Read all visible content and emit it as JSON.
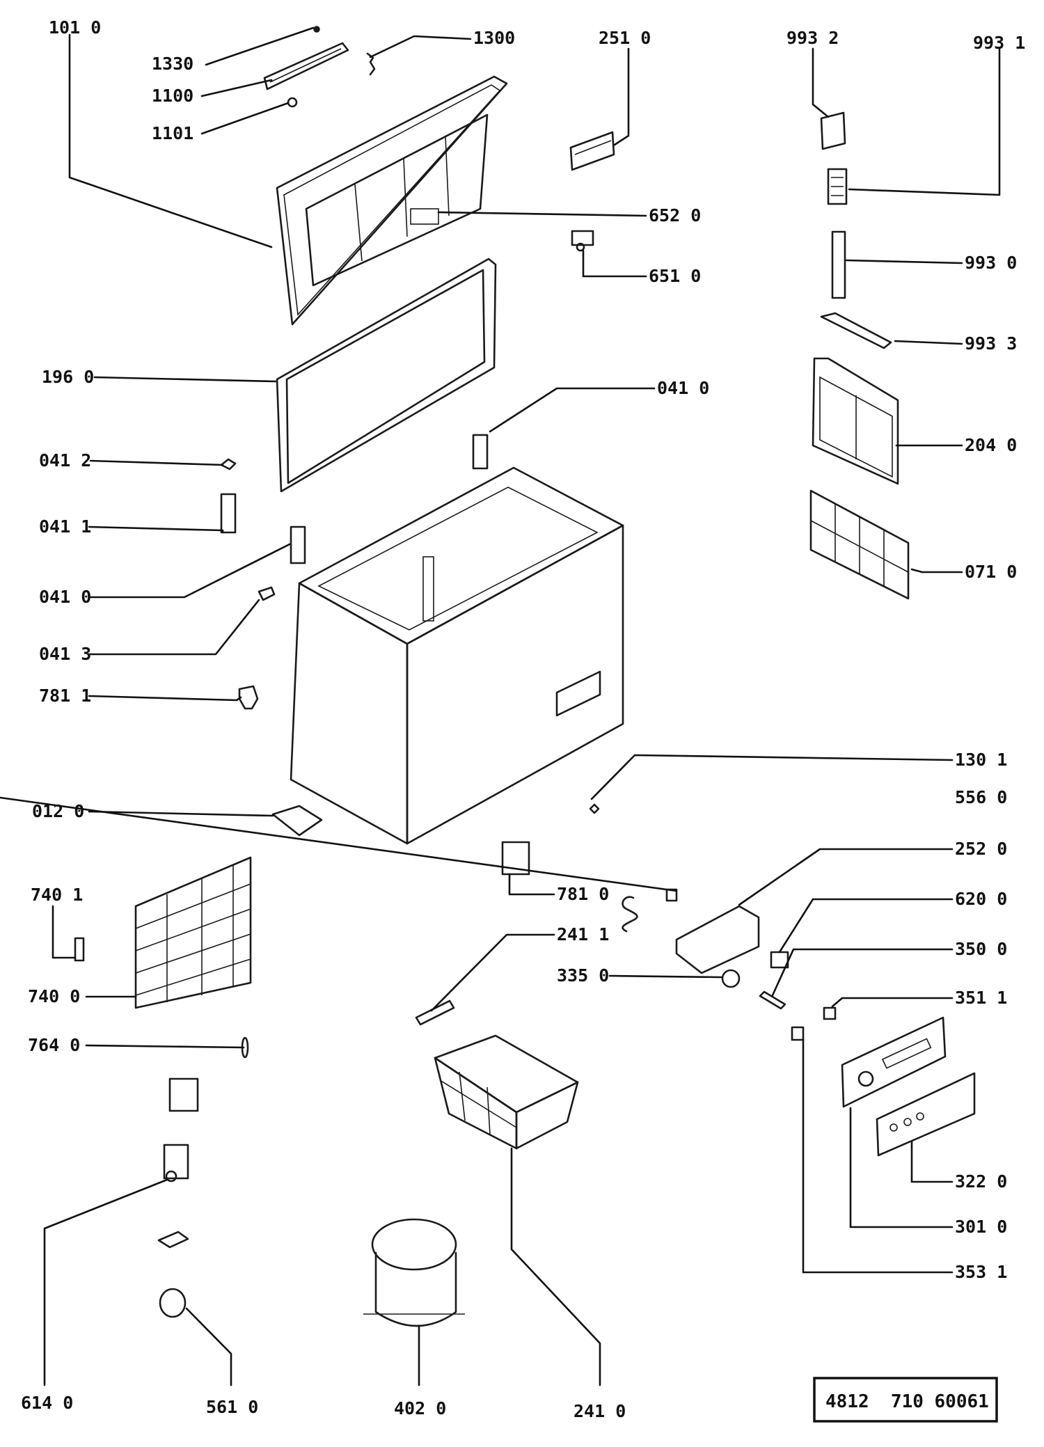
{
  "reference_number": "4812  710 60061",
  "part_labels": [
    {
      "id": "p1010",
      "text": "101 0"
    },
    {
      "id": "p1330",
      "text": "1330"
    },
    {
      "id": "p1300",
      "text": "1300"
    },
    {
      "id": "p1100",
      "text": "1100"
    },
    {
      "id": "p1101",
      "text": "1101"
    },
    {
      "id": "p2510",
      "text": "251 0"
    },
    {
      "id": "p9932",
      "text": "993 2"
    },
    {
      "id": "p9931",
      "text": "993 1"
    },
    {
      "id": "p6520",
      "text": "652 0"
    },
    {
      "id": "p6510",
      "text": "651 0"
    },
    {
      "id": "p9930",
      "text": "993 0"
    },
    {
      "id": "p9933",
      "text": "993 3"
    },
    {
      "id": "p1960",
      "text": "196 0"
    },
    {
      "id": "p0410a",
      "text": "041 0"
    },
    {
      "id": "p2040",
      "text": "204 0"
    },
    {
      "id": "p0412",
      "text": "041 2"
    },
    {
      "id": "p0411",
      "text": "041 1"
    },
    {
      "id": "p0410b",
      "text": "041 0"
    },
    {
      "id": "p0710",
      "text": "071 0"
    },
    {
      "id": "p0413",
      "text": "041 3"
    },
    {
      "id": "p7811",
      "text": "781 1"
    },
    {
      "id": "p1301",
      "text": "130 1"
    },
    {
      "id": "p0120",
      "text": "012 0"
    },
    {
      "id": "p5560",
      "text": "556 0"
    },
    {
      "id": "p2520",
      "text": "252 0"
    },
    {
      "id": "p7401",
      "text": "740 1"
    },
    {
      "id": "p7810",
      "text": "781 0"
    },
    {
      "id": "p6200",
      "text": "620 0"
    },
    {
      "id": "p2411",
      "text": "241 1"
    },
    {
      "id": "p3500",
      "text": "350 0"
    },
    {
      "id": "p3350",
      "text": "335 0"
    },
    {
      "id": "p7400",
      "text": "740 0"
    },
    {
      "id": "p3511",
      "text": "351 1"
    },
    {
      "id": "p7640",
      "text": "764 0"
    },
    {
      "id": "p3220",
      "text": "322 0"
    },
    {
      "id": "p3010",
      "text": "301 0"
    },
    {
      "id": "p3531",
      "text": "353 1"
    },
    {
      "id": "p6140",
      "text": "614 0"
    },
    {
      "id": "p5610",
      "text": "561 0"
    },
    {
      "id": "p4020",
      "text": "402 0"
    },
    {
      "id": "p2410",
      "text": "241 0"
    }
  ]
}
